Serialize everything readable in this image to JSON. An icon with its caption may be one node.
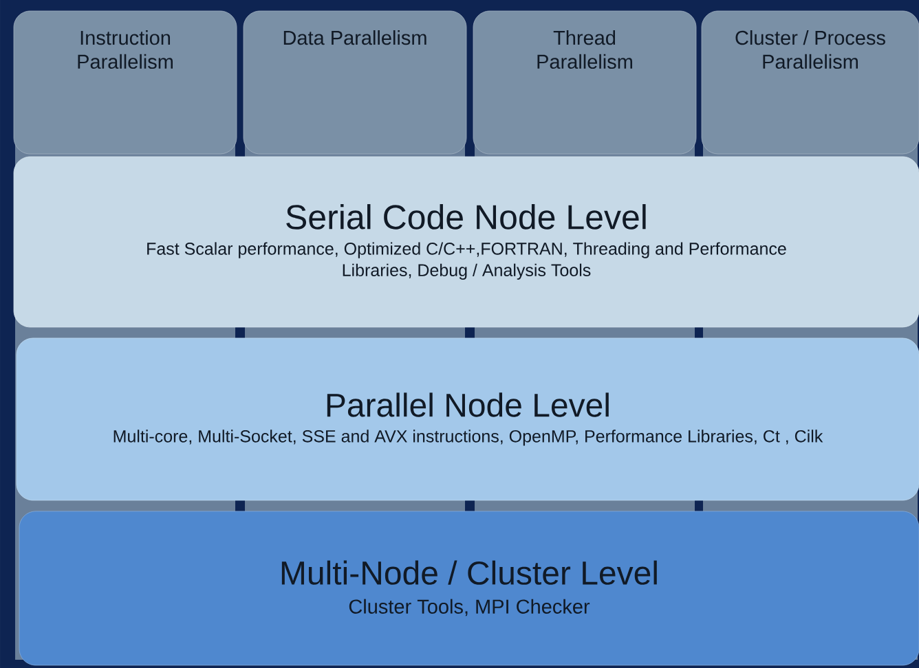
{
  "diagram": {
    "nodes": [
      {
        "text": [
          "Instruction Parallelism"
        ]
      },
      {
        "text": [
          "Data Parallelism"
        ]
      },
      {
        "text": [
          "Thread Parallelism"
        ]
      },
      {
        "text": [
          "Cluster / Process Parallelism"
        ]
      },
      {
        "text": [
          "Serial Code Node Level",
          "Fast Scalar performance, Optimized C/C++,FORTRAN, Threading and Performance Libraries, Debug / Analysis Tools"
        ]
      },
      {
        "text": [
          "Parallel Node Level",
          "Multi-core, Multi-Socket, SSE and AVX instructions, OpenMP, Performance Libraries, Ct , Cilk"
        ]
      },
      {
        "text": [
          "Multi-Node / Cluster Level",
          "Cluster Tools, MPI Checker"
        ]
      }
    ]
  }
}
